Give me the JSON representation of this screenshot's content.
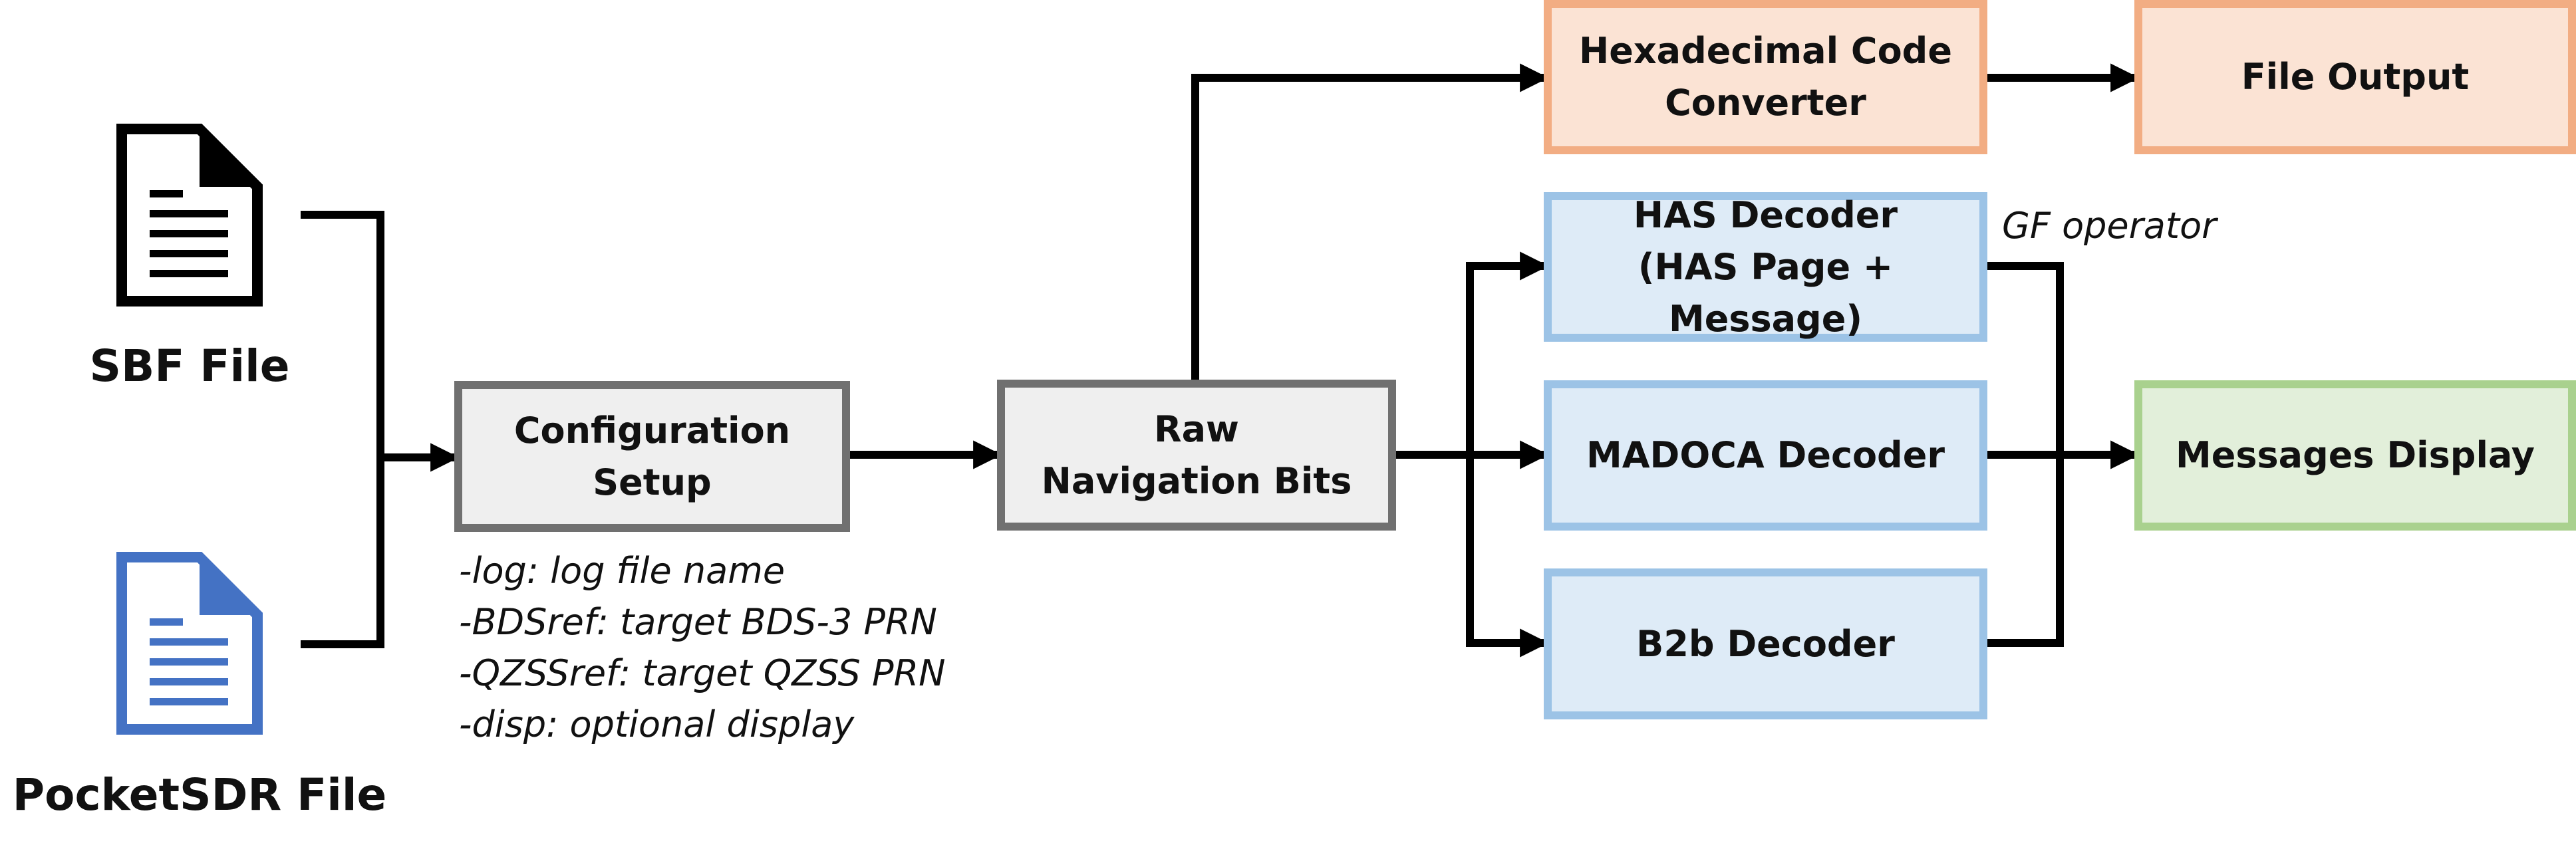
{
  "colors": {
    "line": "#000000",
    "doc_black": "#000000",
    "doc_blue": "#4472c4",
    "gray_fill": "#efefef",
    "gray_border": "#707070",
    "orange_fill": "#fbe3d4",
    "orange_border": "#f2ad83",
    "blue_fill": "#deebf7",
    "blue_border": "#9cc3e6",
    "green_fill": "#e2efda",
    "green_border": "#a9d18e"
  },
  "inputs": {
    "sbf": {
      "label": "SBF File",
      "icon": "document-icon"
    },
    "pocketsdr": {
      "label": "PocketSDR File",
      "icon": "document-icon"
    }
  },
  "config": {
    "line1": "Configuration",
    "line2": "Setup",
    "options": [
      "-log: log file name",
      "-BDSref: target BDS-3 PRN",
      "-QZSSref: target QZSS PRN",
      "-disp: optional display"
    ]
  },
  "raw": {
    "line1": "Raw",
    "line2": "Navigation Bits"
  },
  "hex": {
    "line1": "Hexadecimal Code",
    "line2": "Converter"
  },
  "file_output": {
    "label": "File Output"
  },
  "has": {
    "line1": "HAS Decoder",
    "line2": "(HAS Page + Message)"
  },
  "gf_label": "GF operator",
  "madoca": {
    "label": "MADOCA Decoder"
  },
  "b2b": {
    "label": "B2b Decoder"
  },
  "display": {
    "label": "Messages Display"
  }
}
